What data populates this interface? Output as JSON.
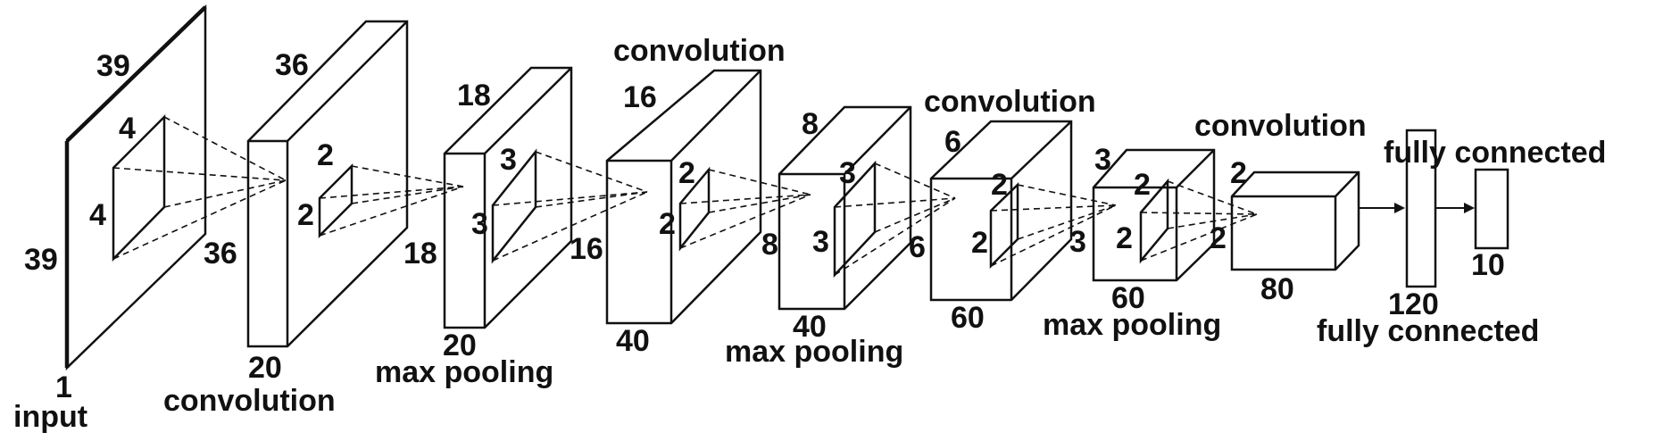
{
  "diagram": {
    "input": {
      "d39_top": "39",
      "d39_left": "39",
      "depth": "1",
      "caption": "input",
      "k_top": "4",
      "k_left": "4"
    },
    "conv1": {
      "d_top": "36",
      "d_left": "36",
      "depth": "20",
      "caption": "convolution",
      "k_top": "2",
      "k_left": "2"
    },
    "pool1": {
      "d_top": "18",
      "d_left": "18",
      "depth": "20",
      "caption": "max pooling",
      "k_top": "3",
      "k_left": "3"
    },
    "conv2": {
      "d_top": "16",
      "d_left": "16",
      "depth": "40",
      "caption": "convolution",
      "k_top": "2",
      "k_left": "2"
    },
    "pool2": {
      "d_top": "8",
      "d_left": "8",
      "depth": "40",
      "caption": "max pooling",
      "k_top": "3",
      "k_left": "3"
    },
    "conv3": {
      "d_top": "6",
      "d_left": "6",
      "depth": "60",
      "caption": "convolution",
      "k_top": "2",
      "k_left": "2"
    },
    "pool3": {
      "d_top": "3",
      "d_left": "3",
      "depth": "60",
      "caption": "max pooling",
      "k_top": "2",
      "k_left": "2"
    },
    "conv4": {
      "d_top": "2",
      "d_left": "2",
      "depth": "80",
      "caption": "convolution"
    },
    "fc1": {
      "size": "120",
      "caption": "fully connected"
    },
    "fc2": {
      "size": "10",
      "caption": "fully connected"
    }
  }
}
